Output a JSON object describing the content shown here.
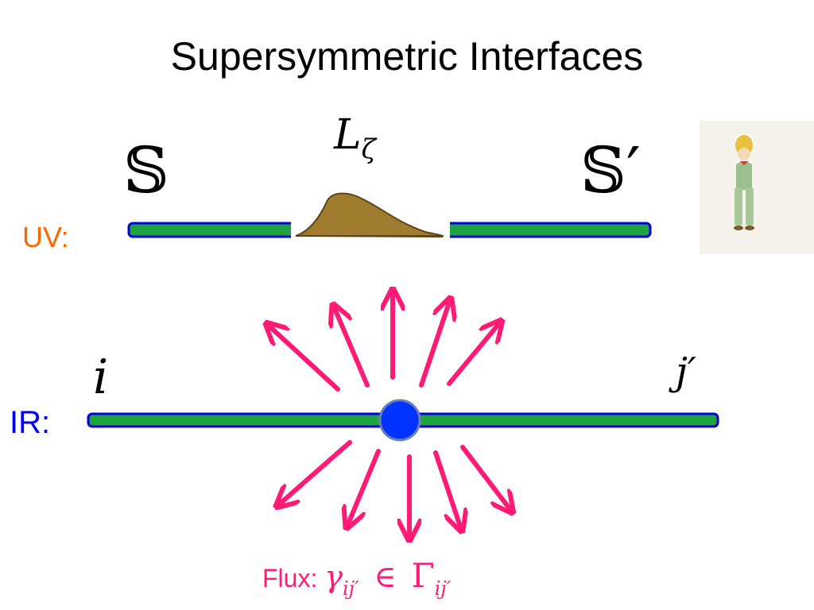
{
  "title": "Supersymmetric Interfaces",
  "uv": {
    "label": "UV:",
    "left_symbol": "𝕊",
    "right_symbol": "𝕊′",
    "interface_symbol": "L",
    "interface_sub": "ζ"
  },
  "ir": {
    "label": "IR:",
    "left_vacuum": "i",
    "right_vacuum": "j′"
  },
  "flux": {
    "label": "Flux:",
    "gamma": "γ",
    "gamma_sub": "ij′",
    "member_of": "∈",
    "Gamma": "Γ",
    "Gamma_sub": "ij′"
  },
  "colors": {
    "line_fill": "#1fa340",
    "line_border": "#0000dd",
    "uv_label": "#ff6600",
    "ir_label": "#0000ff",
    "arrows": "#ff1a75",
    "particle": "#0033ff",
    "hat": "#a07d2e"
  }
}
